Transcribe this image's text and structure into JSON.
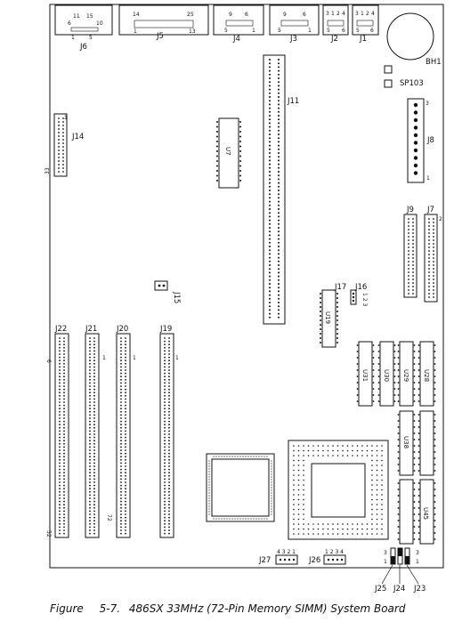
{
  "caption": {
    "figure_word": "Figure",
    "number": "5-7.",
    "title": "486SX 33MHz (72-Pin Memory SIMM) System Board"
  },
  "rear_connectors": [
    {
      "id": "J6",
      "pins": [
        "11",
        "15",
        "6",
        "10",
        "1",
        "5"
      ]
    },
    {
      "id": "J5",
      "pins": [
        "14",
        "25",
        "1",
        "13"
      ]
    },
    {
      "id": "J4",
      "pins": [
        "9",
        "6",
        "5",
        "1"
      ]
    },
    {
      "id": "J3",
      "pins": [
        "9",
        "6",
        "5",
        "1"
      ]
    },
    {
      "id": "J2",
      "pins": [
        "3",
        "1",
        "2",
        "4",
        "5",
        "6"
      ]
    },
    {
      "id": "J1",
      "pins": [
        "3",
        "1",
        "2",
        "4",
        "5",
        "6"
      ]
    }
  ],
  "labels": {
    "battery": "BH1",
    "speaker": "SP103",
    "j11": "J11",
    "j8": "J8",
    "j8_top_pin": "3",
    "j8_bottom_pin": "1",
    "j14": "J14",
    "j14_top_pin": "1",
    "j14_bottom_pin": "33",
    "u7": "U7",
    "j9": "J9",
    "j7": "J7",
    "j7_pin": "2",
    "j15": "J15",
    "j17": "J17",
    "j16": "J16",
    "j16_pins": "1 2 3",
    "u19": "U19",
    "j22": "J22",
    "j21": "J21",
    "j20": "J20",
    "j19": "J19",
    "slot_pin_top": "1",
    "slot_pin_bottom": "72",
    "j22_pin_top": "6",
    "j22_pin_bottom": "52",
    "u31": "U31",
    "u30": "U30",
    "u29": "U29",
    "u28": "U28",
    "u38": "U38",
    "u45": "U45",
    "j27": "J27",
    "j27_pins": "4 3 2 1",
    "j26": "J26",
    "j26_pins": "1 2 3 4",
    "j25": "J25",
    "j24": "J24",
    "j23": "J23",
    "jumper_pin_3": "3",
    "jumper_pin_1": "1"
  }
}
